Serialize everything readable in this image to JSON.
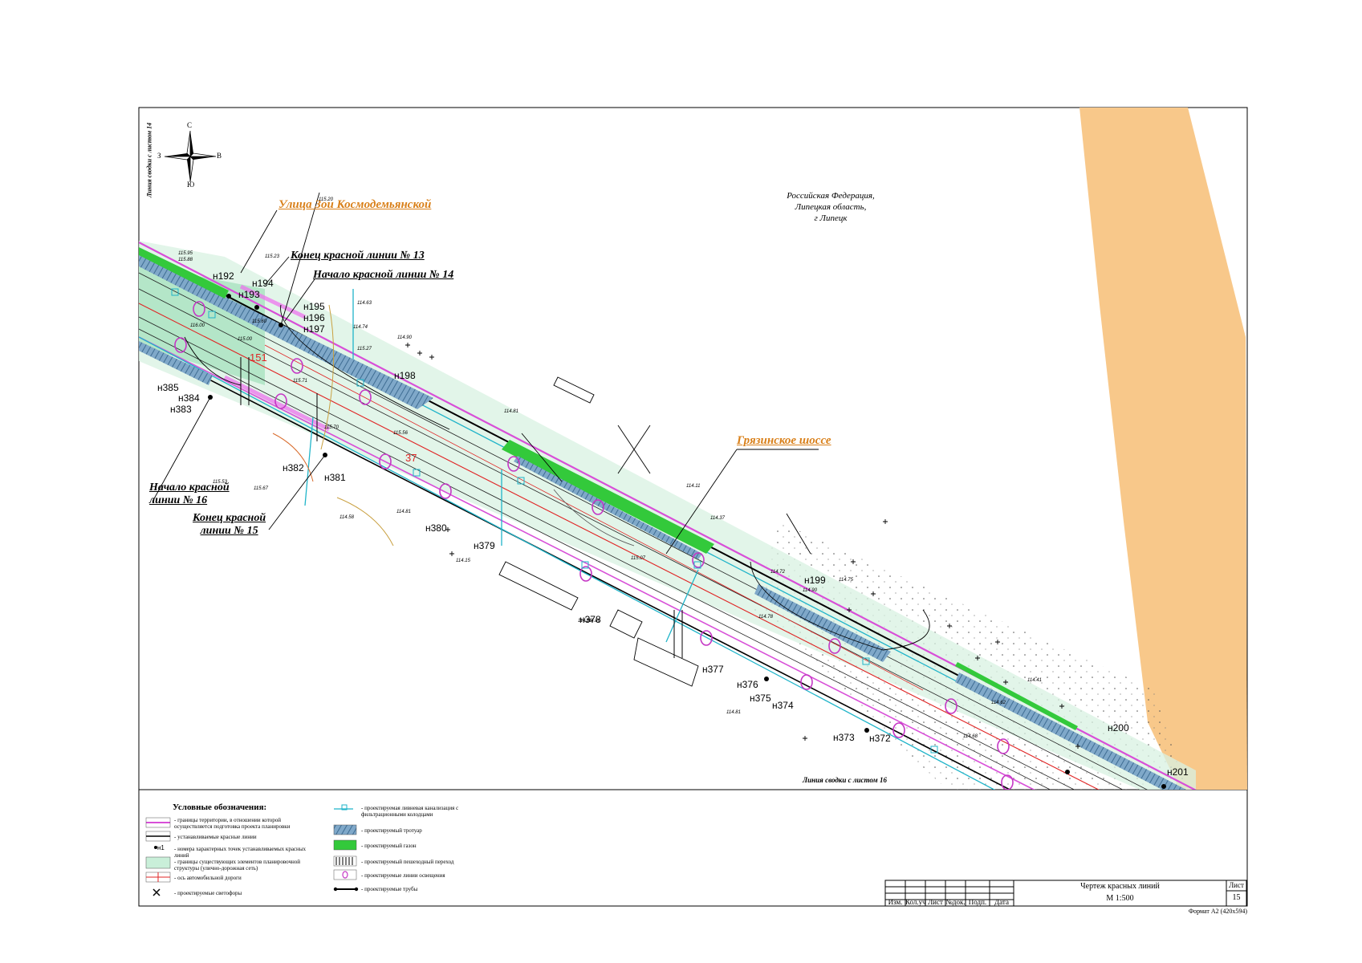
{
  "map": {
    "location": [
      "Российская Федерация,",
      "Липецкая область,",
      "г Липецк"
    ],
    "streets": [
      "Улица Зои Космодемьянской",
      "Грязинское шоссе"
    ],
    "notes": {
      "end_line_13": "Конец красной линии № 13",
      "start_line_14": "Начало красной линии № 14",
      "start_line_16": [
        "Начало красной",
        "линии № 16"
      ],
      "end_line_15": [
        "Конец красной",
        "линии № 15"
      ]
    },
    "junction_left": "Линия сводки с листом 14",
    "junction_bottom": "Линия сводки с листом 16",
    "compass": {
      "n": "С",
      "s": "Ю",
      "w": "З",
      "e": "В"
    },
    "road_numbers": [
      "151",
      "37"
    ],
    "points_north": [
      "н192",
      "н193",
      "н194",
      "н195",
      "н196",
      "н197",
      "н198",
      "н199",
      "н200",
      "н201"
    ],
    "points_south": [
      "н385",
      "н384",
      "н383",
      "н382",
      "н381",
      "н380",
      "н379",
      "н378",
      "н377",
      "н376",
      "н375",
      "н374",
      "н373",
      "н372"
    ],
    "elevations": [
      "115.95",
      "115.88",
      "115.23",
      "115.20",
      "115.60",
      "115.00",
      "114.63",
      "114.74",
      "114.90",
      "115.27",
      "115.71",
      "115.56",
      "115.70",
      "114.81",
      "114.11",
      "114.37",
      "115.07",
      "114.86",
      "114.72",
      "114.90",
      "114.75",
      "114.78",
      "114.41",
      "114.62",
      "114.68",
      "115.53",
      "115.67",
      "114.58",
      "114.81",
      "114.15",
      "114.86",
      "114.81",
      "116.00"
    ]
  },
  "legend": {
    "title": "Условные обозначения:",
    "items_left": [
      "- границы территории, в отношении которой осуществляется подготовка проекта планировки",
      "- устанавливаемые красные линии",
      "- номера характерных точек устанавливаемых красных линий",
      "- границы существующих элементов планировочной структуры (улично-дорожная сеть)",
      "- ось автомобильной дороги",
      "- проектируемые светофоры"
    ],
    "point_sample": "н1",
    "items_right": [
      "- проектируемая ливневая канализация с фильтрационными колодцами",
      "- проектируемый тротуар",
      "- проектируемый газон",
      "- проектируемый пешеходный переход",
      "- проектируемые линии освещения",
      "- проектируемые трубы"
    ]
  },
  "title_block": {
    "columns": [
      "Изм.",
      "Кол.уч",
      "Лист",
      "№док.",
      "Подп.",
      "Дата"
    ],
    "drawing_title": "Чертеж красных линий",
    "scale": "М 1:500",
    "sheet_label": "Лист",
    "sheet_number": "15",
    "format": "Формат А2 (420х594)"
  },
  "colors": {
    "sand": "#f8c88a",
    "planning_boundary": "#d84fd8",
    "red_line": "#000000",
    "uds_fill": "#c9efd9",
    "sidewalk": "#5c8fb6",
    "lawn": "#33c93b",
    "drainage": "#1fb4c9",
    "road_axis": "#e02424",
    "street_label": "#d9801a"
  }
}
